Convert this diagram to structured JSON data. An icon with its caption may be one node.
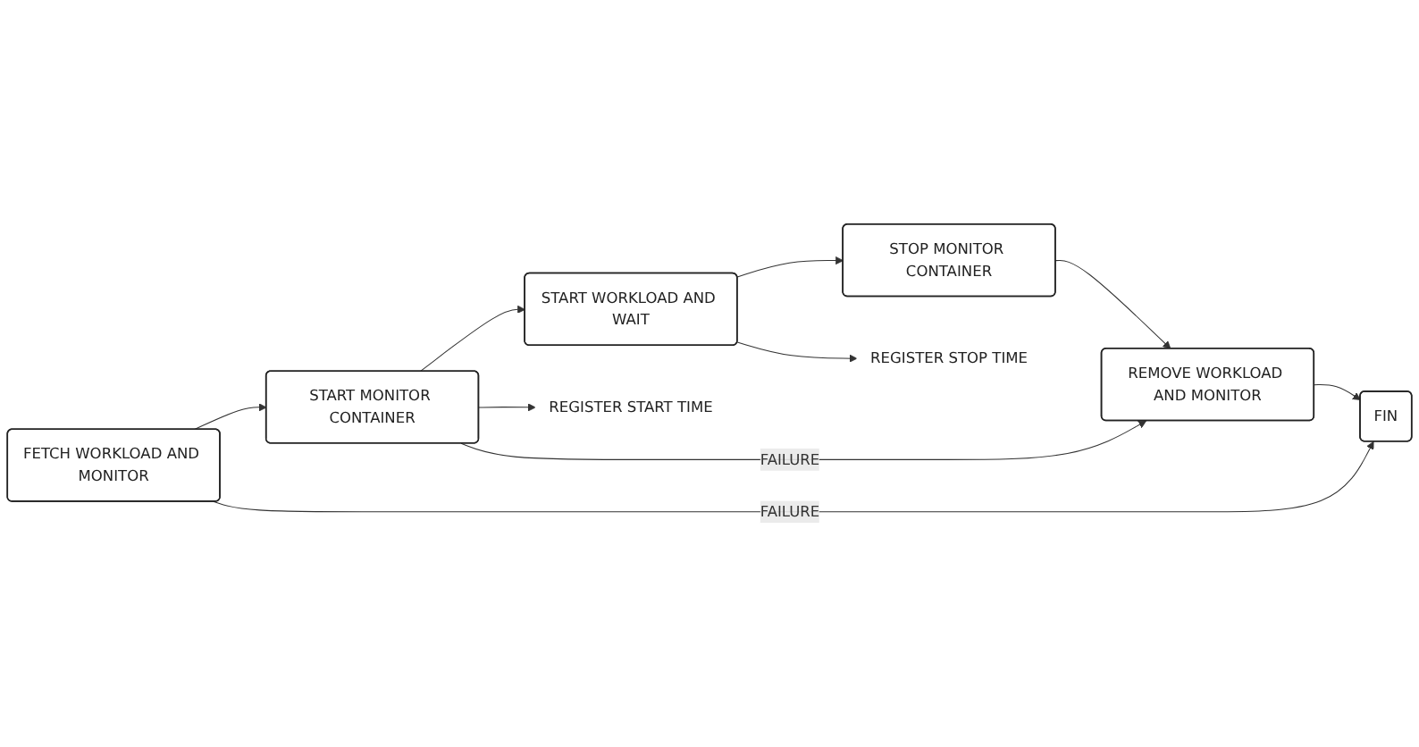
{
  "diagram": {
    "nodes": [
      {
        "text": [
          "FETCH WORKLOAD AND MONITOR"
        ]
      },
      {
        "text": [
          "START MONITOR CONTAINER"
        ]
      },
      {
        "text": [
          "START WORKLOAD AND WAIT"
        ]
      },
      {
        "text": [
          "FIN"
        ]
      },
      {
        "text": [
          "REMOVE WORKLOAD AND MONITOR"
        ]
      },
      {
        "text": [
          "STOP MONITOR CONTAINER"
        ]
      },
      {
        "text": [
          "REGISTER START TIME"
        ]
      },
      {
        "text": [
          "REGISTER STOP TIME"
        ]
      }
    ],
    "edges": [
      {
        "from": 0,
        "to": 1,
        "arrow": "to"
      },
      {
        "from": 1,
        "to": 2,
        "arrow": "to"
      },
      {
        "from": 1,
        "to": 6,
        "arrow": "to"
      },
      {
        "from": 0,
        "to": 3,
        "arrow": "to",
        "label": "FAILURE"
      },
      {
        "from": 1,
        "to": 4,
        "arrow": "to",
        "label": "FAILURE"
      },
      {
        "from": 2,
        "to": 5,
        "arrow": "to"
      },
      {
        "from": 2,
        "to": 7,
        "arrow": "to"
      },
      {
        "from": 5,
        "to": 4,
        "arrow": "to"
      },
      {
        "from": 4,
        "to": 3,
        "arrow": "to"
      }
    ]
  }
}
